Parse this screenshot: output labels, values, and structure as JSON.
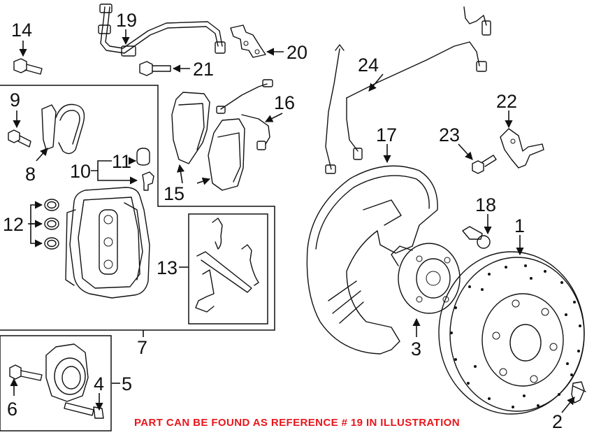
{
  "callouts": {
    "c1": "1",
    "c2": "2",
    "c3": "3",
    "c4": "4",
    "c5": "5",
    "c6": "6",
    "c7": "7",
    "c8": "8",
    "c9": "9",
    "c10": "10",
    "c11": "11",
    "c12": "12",
    "c13": "13",
    "c14": "14",
    "c15": "15",
    "c16": "16",
    "c17": "17",
    "c18": "18",
    "c19": "19",
    "c20": "20",
    "c21": "21",
    "c22": "22",
    "c23": "23",
    "c24": "24"
  },
  "notice": {
    "text": "PART CAN BE FOUND AS REFERENCE # 19 IN ILLUSTRATION",
    "color": "#e8161b"
  }
}
